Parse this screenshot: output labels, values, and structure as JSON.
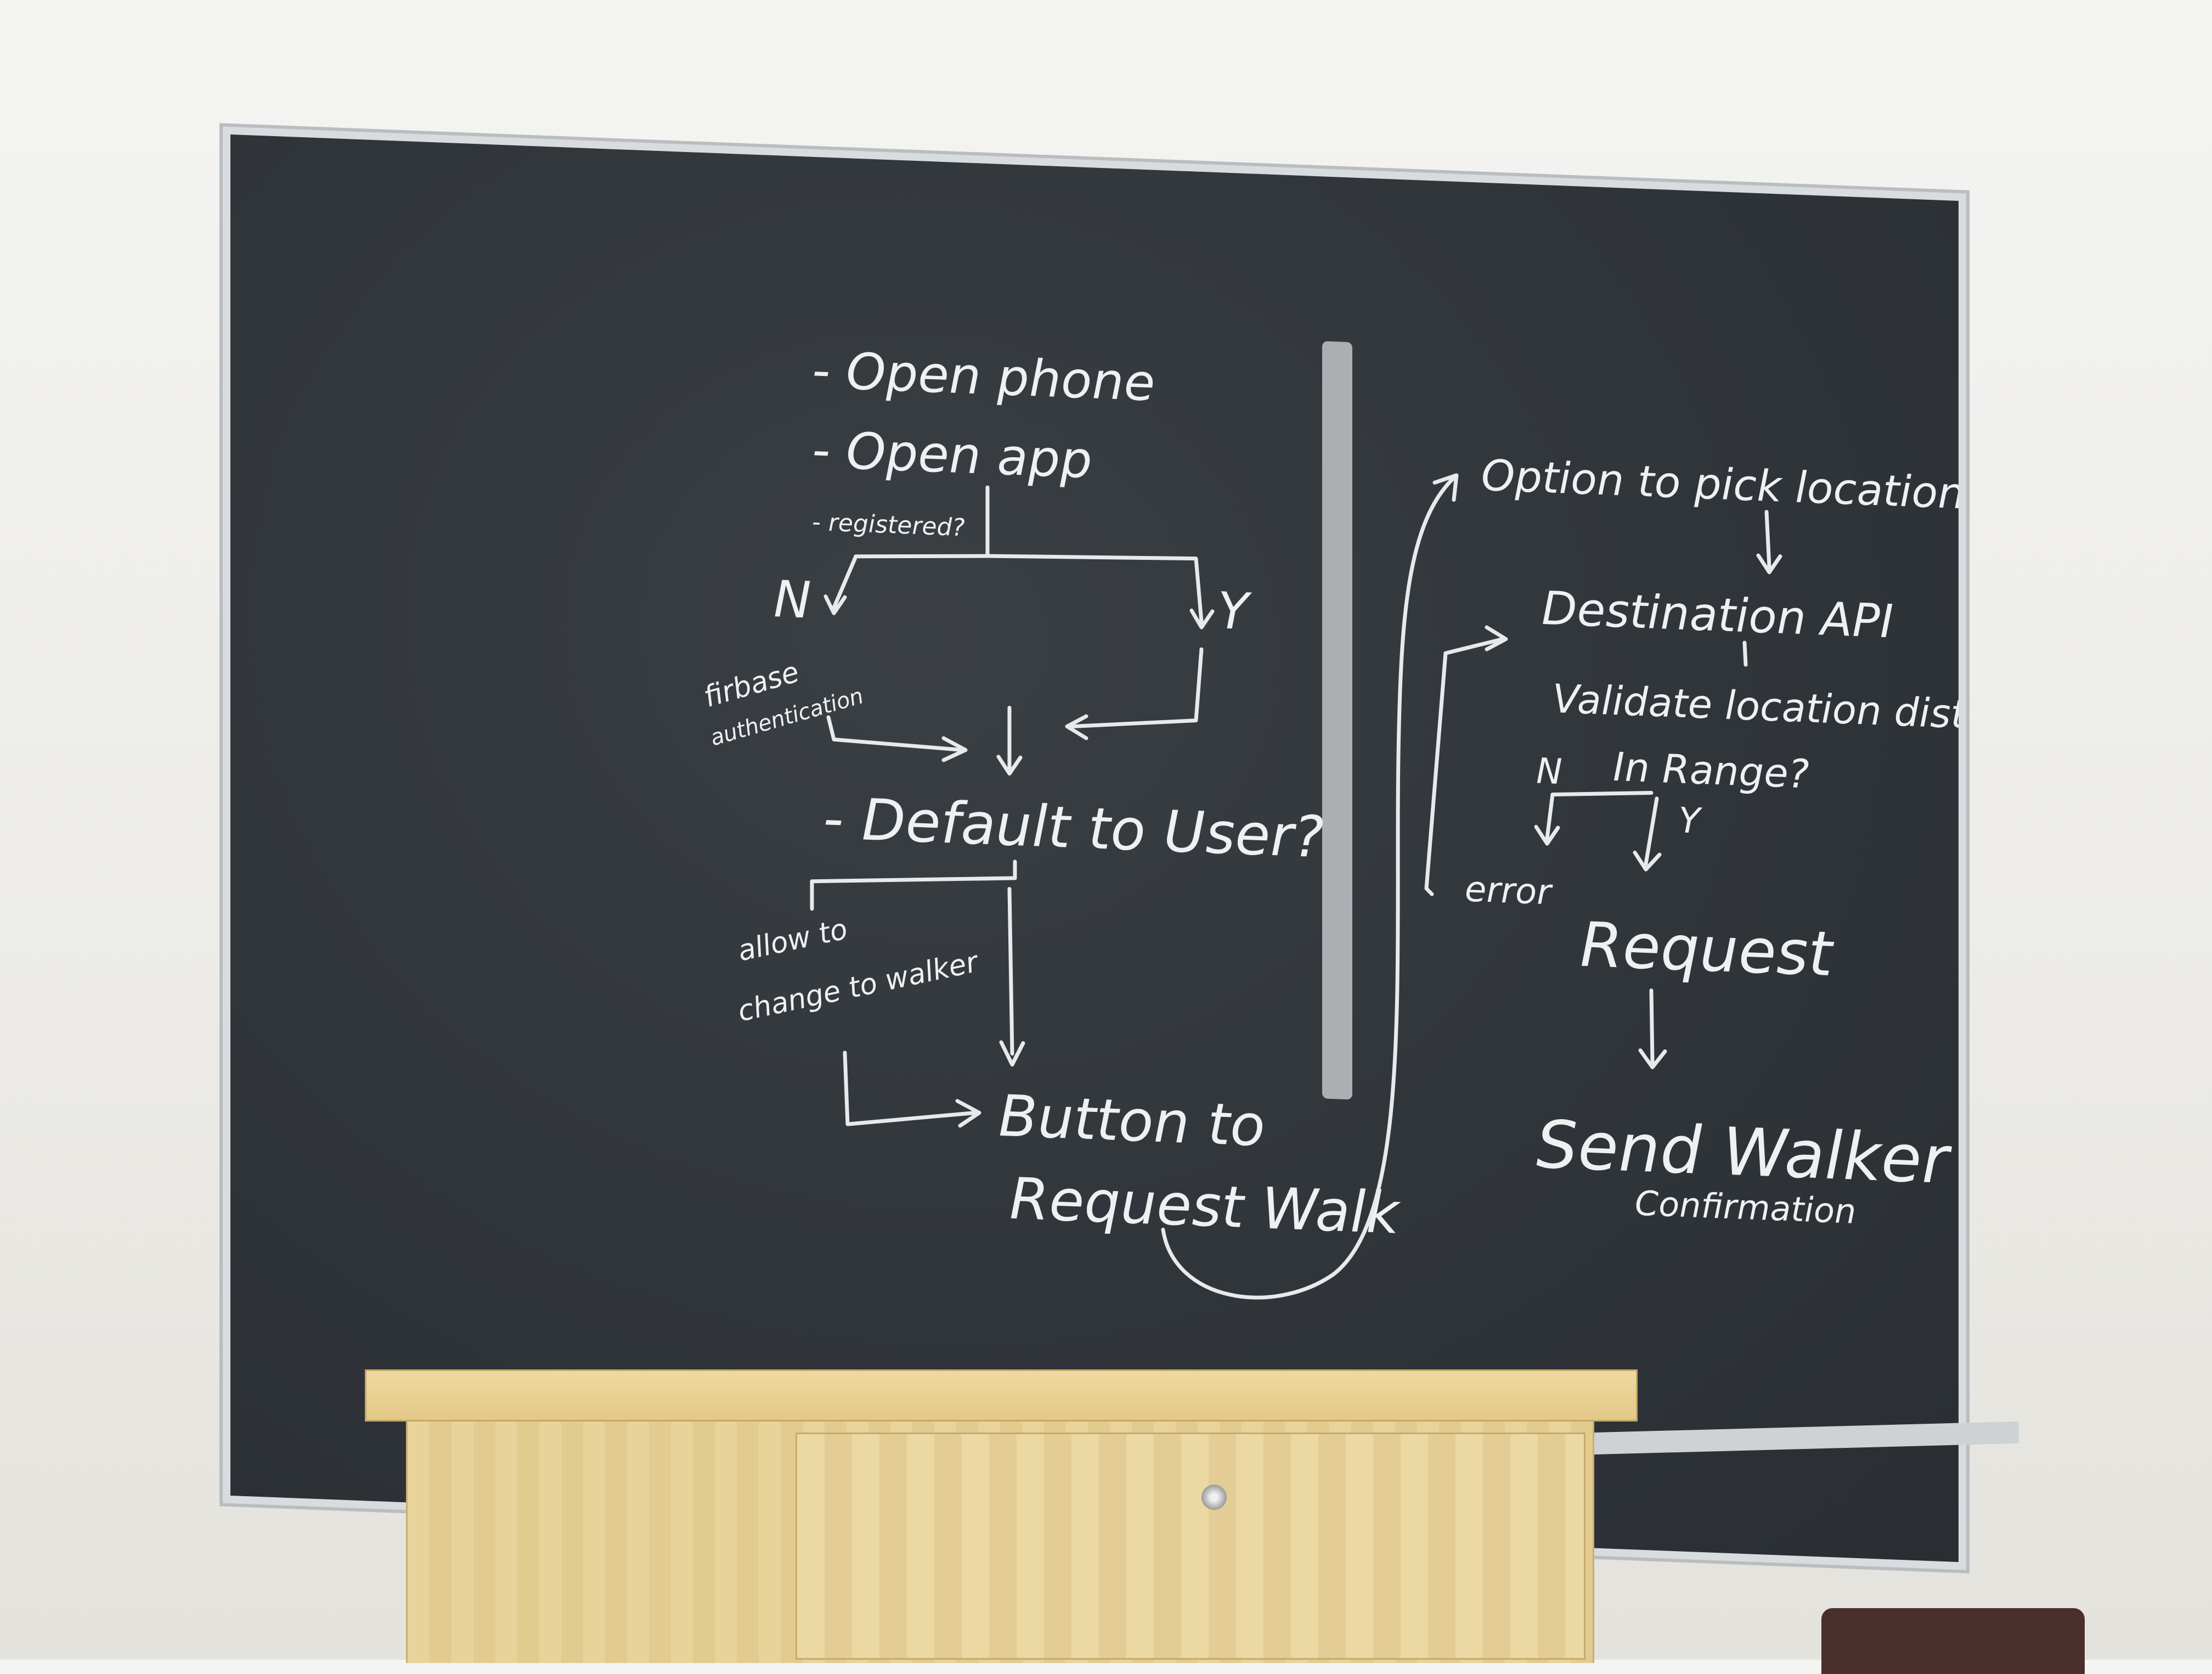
{
  "flow_left": {
    "open_phone": "- Open phone",
    "open_app": "- Open app",
    "registered": "- registered?",
    "no": "N",
    "yes": "Y",
    "firebase": "firbase",
    "authentication": "authentication",
    "default_user": "- Default to User?",
    "allow_to": "allow to",
    "change_to_walker": "change to walker",
    "button_to": "Button to",
    "request_walk": "Request Walk"
  },
  "flow_right": {
    "option": "Option to pick location",
    "destination_api": "Destination API",
    "validate": "Validate location dist",
    "in_range": "In Range?",
    "no": "N",
    "yes": "Y",
    "error": "error",
    "request": "Request",
    "send_walker": "Send Walker",
    "confirmation": "Confirmation"
  },
  "colors": {
    "chalkboard": "#30353a",
    "chalk": "#eef0f2",
    "podium": "#e8d39b",
    "wall": "#f1f0ec"
  }
}
